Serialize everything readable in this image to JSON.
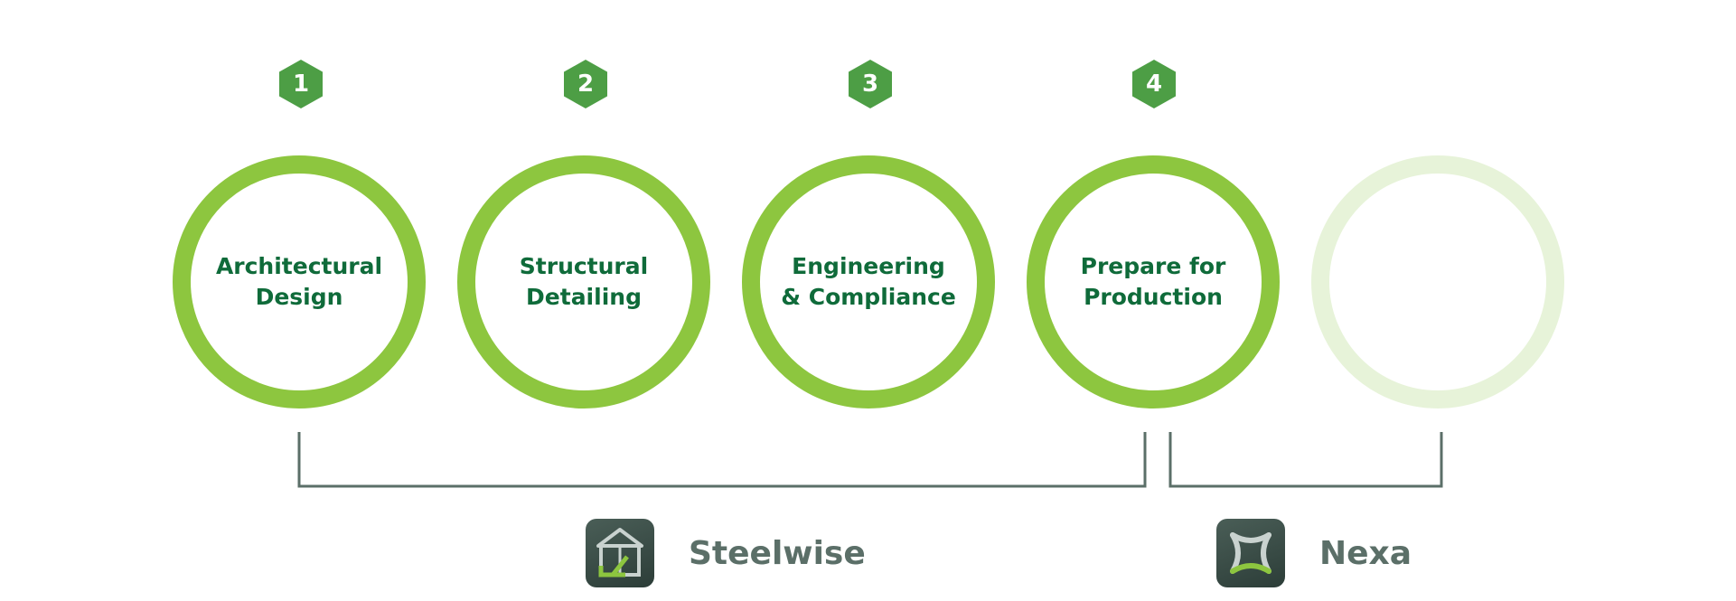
{
  "steps": [
    {
      "number": "1",
      "label_line1": "Architectural",
      "label_line2": "Design"
    },
    {
      "number": "2",
      "label_line1": "Structural",
      "label_line2": "Detailing"
    },
    {
      "number": "3",
      "label_line1": "Engineering",
      "label_line2": "& Compliance"
    },
    {
      "number": "4",
      "label_line1": "Prepare for",
      "label_line2": "Production"
    }
  ],
  "products": [
    {
      "name": "Steelwise",
      "icon": "house-frame-icon"
    },
    {
      "name": "Nexa",
      "icon": "nexa-logo-icon"
    }
  ],
  "colors": {
    "ring": "#8dc63f",
    "ring_faded": "#e7f3d9",
    "badge": "#4d9e45",
    "label_text": "#0f6b3a",
    "bracket": "#5b6f68",
    "brand_text": "#5b6f68"
  }
}
